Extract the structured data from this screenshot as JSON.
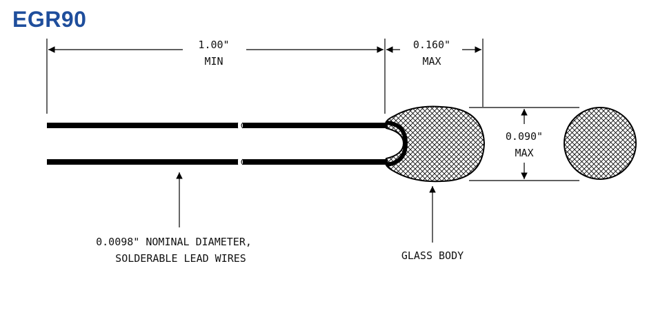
{
  "title": "EGR90",
  "dimensions": {
    "lead_length": {
      "value": "1.00\"",
      "qualifier": "MIN"
    },
    "body_length": {
      "value": "0.160\"",
      "qualifier": "MAX"
    },
    "body_diameter": {
      "value": "0.090\"",
      "qualifier": "MAX"
    }
  },
  "callouts": {
    "lead_wires": {
      "line1": "0.0098\" NOMINAL DIAMETER,",
      "line2": "SOLDERABLE LEAD WIRES"
    },
    "glass_body": "GLASS BODY"
  },
  "colors": {
    "title": "#1f4e9c",
    "lines": "#000000"
  }
}
